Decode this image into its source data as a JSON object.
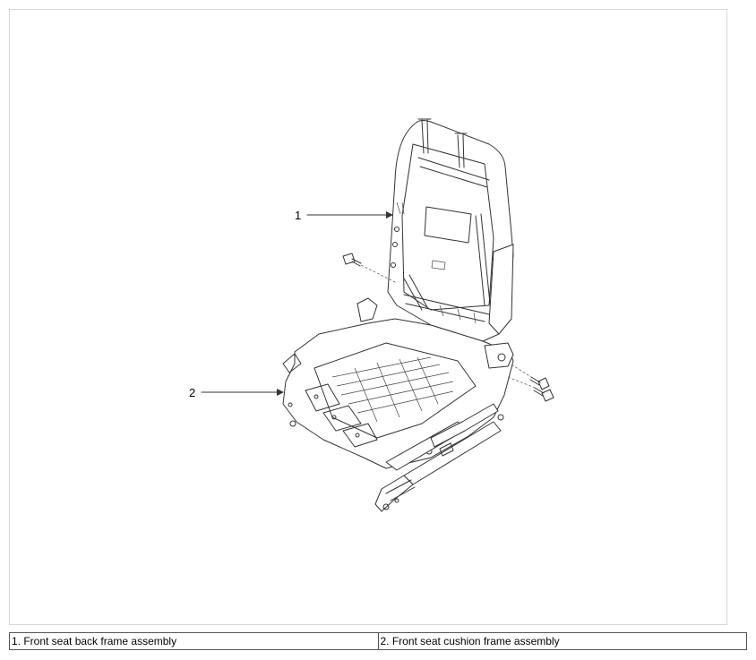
{
  "callouts": [
    {
      "number": "1"
    },
    {
      "number": "2"
    }
  ],
  "legend": [
    {
      "text": "1. Front seat back frame assembly"
    },
    {
      "text": "2. Front seat cushion frame assembly"
    }
  ]
}
